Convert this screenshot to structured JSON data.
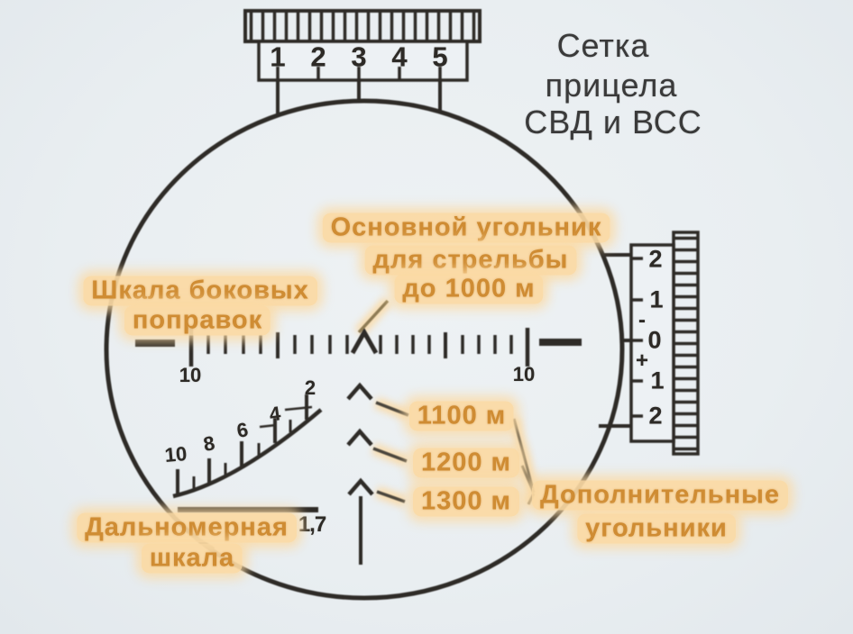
{
  "colors": {
    "background": "#e9eef1",
    "line": "#2e2b27",
    "annotation_text": "#cf8c33",
    "annotation_highlight": "#fbd9a3",
    "title_text": "#3a3a3a"
  },
  "title": {
    "lines": [
      "Сетка",
      "прицела",
      "СВД и ВСС"
    ]
  },
  "top_turret": {
    "numbers": [
      "1",
      "2",
      "3",
      "4",
      "5"
    ]
  },
  "windage_turret": {
    "numbers": [
      "2",
      "1",
      "0",
      "1",
      "2"
    ],
    "minus": "-",
    "plus": "+"
  },
  "lateral_scale": {
    "left_label": "10",
    "right_label": "10"
  },
  "rangefinder": {
    "numbers": [
      "10",
      "8",
      "6",
      "4",
      "2"
    ],
    "height_value": "1,7"
  },
  "annotations": {
    "lateral": [
      "Шкала боковых",
      "поправок"
    ],
    "main": [
      "Основной угольник",
      "для стрельбы",
      "до 1000 м"
    ],
    "aux": [
      "Дополнительные",
      "угольники"
    ],
    "rangefinder_label": [
      "Дальномерная",
      "шкала"
    ],
    "ranges": [
      "1100 м",
      "1200 м",
      "1300 м"
    ]
  }
}
